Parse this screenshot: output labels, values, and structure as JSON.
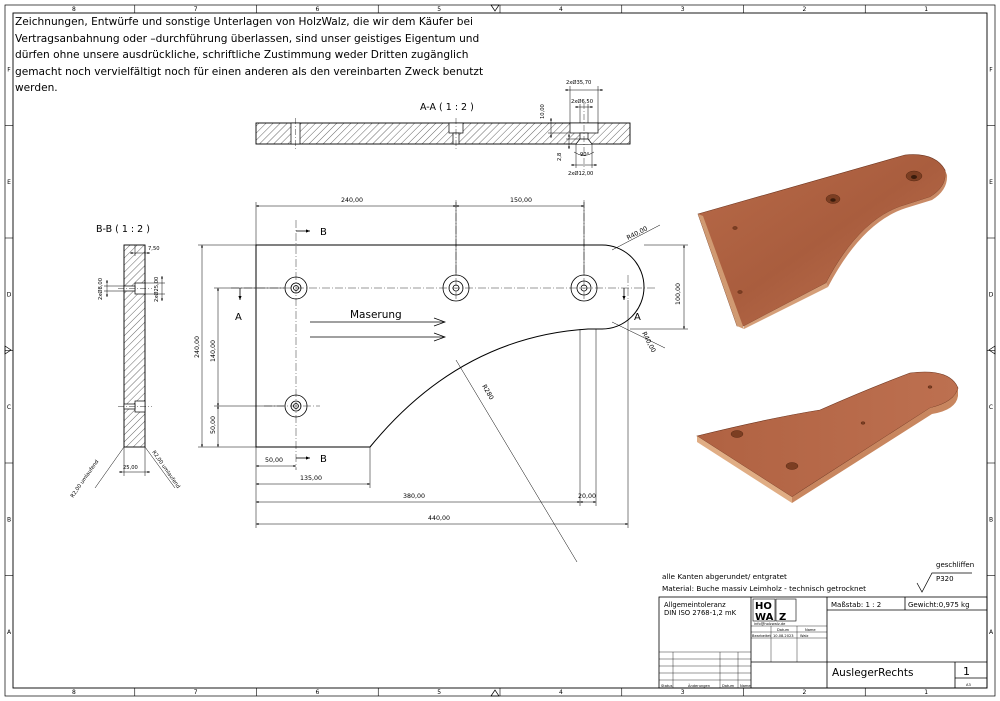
{
  "copyright_notice": "Zeichnungen, Entwürfe und sonstige Unterlagen von HolzWalz, die wir dem Käufer bei Vertragsanbahnung oder –durchführung überlassen, sind unser geistiges Eigentum und dürfen ohne unsere ausdrückliche, schriftliche Zustimmung weder Dritten zugänglich gemacht noch vervielfältigt noch für einen anderen als den vereinbarten Zweck benutzt werden.",
  "frame": {
    "col_numbers": [
      "8",
      "7",
      "6",
      "5",
      "4",
      "3",
      "2",
      "1"
    ],
    "row_letters": [
      "F",
      "E",
      "D",
      "C",
      "B",
      "A"
    ]
  },
  "section_aa": {
    "title": "A-A ( 1 : 2 )",
    "dims": {
      "bore_large": "2xØ35,70",
      "bore_small": "2xØ6,50",
      "depth_top": "10,00",
      "depth_bottom": "2,8",
      "angle": "90°",
      "bore_csk": "2xØ12,00"
    }
  },
  "section_bb": {
    "title": "B-B ( 1 : 2 )",
    "dims": {
      "top": "7,50",
      "bore_left": "2xØ8,00",
      "bore_right": "2xØ25,00",
      "thickness": "25,00",
      "radius_left": "R2,00 umlaufend",
      "radius_right": "R2,00 umlaufend"
    }
  },
  "main_view": {
    "dims": {
      "top_left": "240,00",
      "top_right": "150,00",
      "radius_top": "R40,00",
      "radius_bottom": "R40,00",
      "height_right": "100,00",
      "height_total": "240,00",
      "height_140": "140,00",
      "height_50": "50,00",
      "radius_curve": "R280",
      "bottom_50": "50,00",
      "bottom_135": "135,00",
      "bottom_380": "380,00",
      "bottom_20": "20,00",
      "bottom_440": "440,00"
    },
    "grain_label": "Maserung",
    "section_a": "A",
    "section_b": "B"
  },
  "notes": {
    "surface_finish": "geschliffen",
    "surface_grit": "P320",
    "edges": "alle Kanten abgerundet/ entgratet",
    "material": "Material: Buche massiv Leimholz - technisch getrocknet"
  },
  "title_block": {
    "tolerance_title": "Allgemeintoleranz",
    "tolerance_value": "DIN ISO 2768-1,2 mK",
    "logo_line1": "HO",
    "logo_line2": "WA",
    "logo_mark": "Z",
    "email": "info@holzwalz.de",
    "datum_label": "Datum",
    "name_label": "Name",
    "bearbeitet_label": "Bearbeitet",
    "date": "10.08.2023",
    "author": "Walz",
    "scale": "Maßstab: 1 : 2",
    "weight": "Gewicht:0,975 kg",
    "part_name": "AuslegerRechts",
    "sheet": "1",
    "format": "A3",
    "status_label": "Status",
    "changes_label": "Änderungen",
    "date_col_label": "Datum",
    "name_col_label": "Name"
  },
  "colors": {
    "line": "#000000",
    "wood_top": "#b26444",
    "wood_edge": "#d8a07a",
    "wood_dark": "#7e3e24",
    "hatch": "#000000"
  }
}
